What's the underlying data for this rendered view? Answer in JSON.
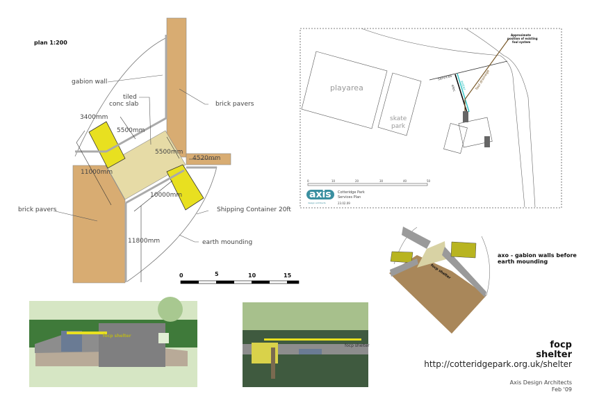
{
  "plan": {
    "title": "plan 1:200",
    "labels": {
      "gabion_wall": "gabion wall",
      "tiled_slab_1": "tiled",
      "tiled_slab_2": "conc slab",
      "brick_pavers_top": "brick pavers",
      "brick_pavers_left": "brick pavers",
      "shipping_container": "Shipping Container 20ft",
      "earth_mounding": "earth mounding"
    },
    "dimensions": [
      "3400mm",
      "5500mm",
      "5500mm",
      "4520mm",
      "11000mm",
      "10000mm",
      "11800mm"
    ],
    "scale_bar": [
      "0",
      "5",
      "10",
      "15"
    ]
  },
  "services_plan": {
    "labels": {
      "playarea": "playarea",
      "skate_1": "skate",
      "skate_2": "park",
      "services": "services",
      "elec": "elec",
      "water": "water",
      "foul": "foul drainage",
      "note_1": "Approximate",
      "note_2": "position of existing",
      "note_3": "foul system"
    },
    "scale_bar": [
      "0",
      "10",
      "20",
      "30",
      "40",
      "50"
    ],
    "logo": "axis",
    "logo_sub": "design architects",
    "title_1": "Cotteridge Park",
    "title_2": "Services Plan",
    "date": "23.02.09"
  },
  "axo": {
    "caption_1": "axo - gabion walls before",
    "caption_2": "earth mounding",
    "wall_text": "focp shelter"
  },
  "renders": {
    "left_sign": "focp shelter",
    "right_sign": "focp shelter"
  },
  "title_block": {
    "title_1": "focp",
    "title_2": "shelter",
    "url": "http://cotteridgepark.org.uk/shelter",
    "firm": "Axis Design Architects",
    "date": "Feb '09"
  },
  "colors": {
    "pavers": "#d8ac72",
    "slab": "#e6dba6",
    "container": "#e8e020",
    "water": "#39c6c6",
    "foul": "#7a5a2a",
    "logo": "#3a8fa0"
  }
}
